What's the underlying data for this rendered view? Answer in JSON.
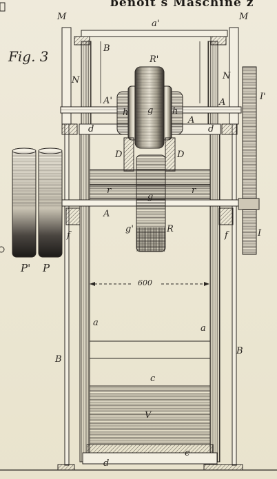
{
  "header": {
    "title": "benoit s Maschine z"
  },
  "figure": {
    "caption": "Fig. 3",
    "dimension_text": "600"
  },
  "labels": {
    "M_left": "M",
    "M_right": "M",
    "a_prime": "a'",
    "B_upper": "B",
    "R_prime": "R'",
    "N_left": "N",
    "N_right": "N",
    "A_prime": "A'",
    "A_right": "A",
    "A_lower_right": "A",
    "h_left": "h",
    "h_right": "h",
    "g_upper": "g",
    "I_prime": "I'",
    "I": "I",
    "d_left": "d",
    "d_right": "d",
    "D_left": "D",
    "D_right": "D",
    "r_left": "r",
    "r_right": "r",
    "g_lower": "g",
    "A_lower": "A",
    "g_prime": "g'",
    "R": "R",
    "f_left": "f",
    "f_right": "f",
    "P_prime": "P'",
    "P": "P",
    "a_left": "a",
    "a_right": "a",
    "B_left": "B",
    "B_right": "B",
    "c_upper": "c",
    "V": "V",
    "e": "e",
    "d_bottom": "d"
  },
  "colors": {
    "paper": "#ece7d3",
    "ink": "#2a2622"
  }
}
